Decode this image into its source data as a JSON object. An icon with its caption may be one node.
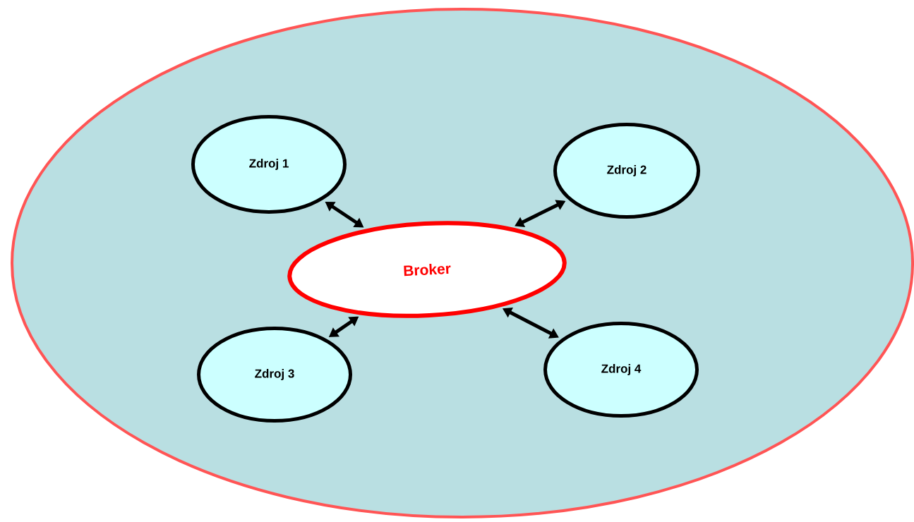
{
  "diagram": {
    "nodes": [
      {
        "text": [],
        "shape": "ellipse"
      },
      {
        "text": [
          "Zdroj 1"
        ],
        "in": 0
      },
      {
        "text": [
          "Zdroj 2"
        ],
        "in": 0
      },
      {
        "text": [
          "Broker"
        ],
        "in": 0
      },
      {
        "text": [
          "Zdroj 3"
        ],
        "in": 0
      },
      {
        "text": [
          "Zdroj 4"
        ],
        "in": 0
      }
    ],
    "edges": [
      {
        "from": 1,
        "to": 3,
        "arrow": "both"
      },
      {
        "from": 2,
        "to": 3,
        "arrow": "both"
      },
      {
        "from": 4,
        "to": 3,
        "arrow": "both"
      },
      {
        "from": 5,
        "to": 3,
        "arrow": "both"
      }
    ]
  }
}
